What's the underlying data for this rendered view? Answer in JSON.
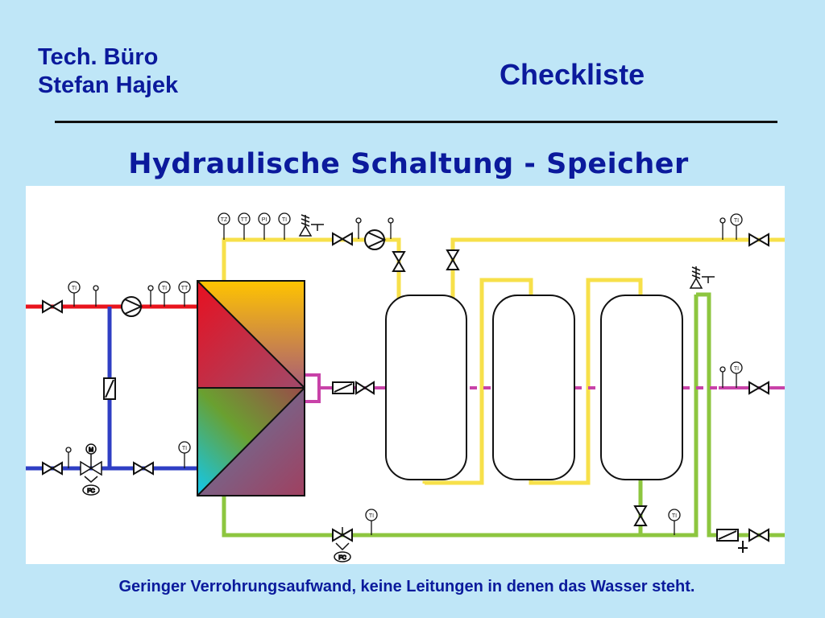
{
  "header": {
    "company_line1": "Tech. Büro",
    "company_line2": "Stefan Hajek",
    "doc_title": "Checkliste"
  },
  "heading": "Hydraulische Schaltung - Speicher",
  "diagram": {
    "instruments": {
      "tz": "TZ",
      "tt1": "TT",
      "pi": "PI",
      "ti1": "TI",
      "ti_top_right": "TI",
      "ti_left1": "TI",
      "ti_left2": "TI",
      "tt_left": "TT",
      "ti_mid_left": "TI",
      "ti_mid_right": "TI",
      "ti_bottom1": "TI",
      "ti_bottom2": "TI",
      "m": "M",
      "fc1": "FC",
      "fc2": "FC"
    },
    "colors": {
      "hot_line": "#e8141c",
      "cold_line": "#2f3fc4",
      "storage_line": "#f7e04a",
      "return_line": "#8dc63f",
      "circulation_line": "#c842a8"
    }
  },
  "caption": "Geringer Verrohrungsaufwand, keine  Leitungen in denen das Wasser steht."
}
